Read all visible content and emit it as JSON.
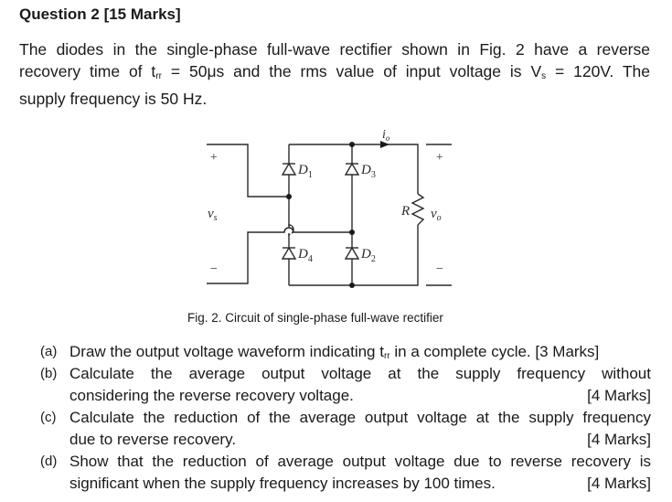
{
  "question": {
    "title": "Question 2 [15 Marks]",
    "intro_lines": [
      "The diodes in the single-phase full-wave rectifier shown in Fig. 2 have a reverse",
      "recovery time of t",
      "supply frequency is 50 Hz."
    ],
    "intro_line2_parts": {
      "pre": "recovery time of t",
      "sub1": "rr",
      "mid": " = 50μs and the rms value of input voltage is V",
      "sub2": "s",
      "post": " = 120V. The"
    },
    "trr": "50μs",
    "vs_rms": "120V",
    "frequency": "50 Hz"
  },
  "figure": {
    "caption": "Fig. 2. Circuit of single-phase full-wave rectifier",
    "labels": {
      "d1": "D",
      "d1_sub": "1",
      "d2": "D",
      "d2_sub": "2",
      "d3": "D",
      "d3_sub": "3",
      "d4": "D",
      "d4_sub": "4",
      "resistor": "R",
      "input_voltage": "v",
      "input_voltage_sub": "s",
      "output_voltage": "v",
      "output_voltage_sub": "o",
      "output_current": "i",
      "output_current_sub": "o",
      "plus": "+",
      "minus": "−"
    }
  },
  "parts": [
    {
      "label": "(a)",
      "lines": [
        "Draw the output voltage waveform indicating t",
        "rr",
        " in a complete cycle. [3 Marks]"
      ]
    },
    {
      "label": "(b)",
      "line1": "Calculate the average output voltage at the supply frequency without",
      "line2": "considering the reverse recovery voltage.",
      "marks": "[4 Marks]"
    },
    {
      "label": "(c)",
      "line1": "Calculate the reduction of the average output voltage at the supply frequency",
      "line2": "due to reverse recovery.",
      "marks": "[4 Marks]"
    },
    {
      "label": "(d)",
      "line1": "Show that the reduction of average output voltage due to reverse recovery is",
      "line2": "significant when the supply frequency increases by 100 times.",
      "marks": "[4 Marks]"
    }
  ]
}
